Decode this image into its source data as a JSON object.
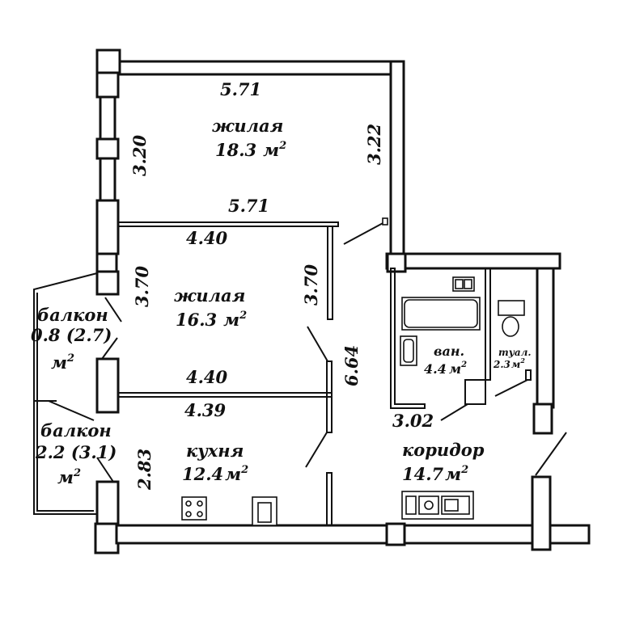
{
  "colors": {
    "line": "#111111",
    "background": "#ffffff"
  },
  "rooms": {
    "living1": {
      "name": "жилая",
      "area": "18.3",
      "unit": "м",
      "sup": "2"
    },
    "living2": {
      "name": "жилая",
      "area": "16.3",
      "unit": "м",
      "sup": "2"
    },
    "kitchen": {
      "name": "кухня",
      "area": "12.4",
      "unit": "м",
      "sup": "2"
    },
    "corridor": {
      "name": "коридор",
      "area": "14.7",
      "unit": "м",
      "sup": "2"
    },
    "bath": {
      "name": "ван.",
      "area": "4.4",
      "unit": "м",
      "sup": "2"
    },
    "toilet": {
      "name": "туал.",
      "area": "2.3",
      "unit": "м",
      "sup": "2"
    },
    "balcony1": {
      "name": "балкон",
      "area": "0.8 (2.7)",
      "unit": "м",
      "sup": "2"
    },
    "balcony2": {
      "name": "балкон",
      "area": "2.2 (3.1)",
      "unit": "м",
      "sup": "2"
    }
  },
  "dimensions": {
    "d1": "5.71",
    "d2": "3.20",
    "d3": "3.22",
    "d4": "5.71",
    "d5": "4.40",
    "d6": "3.70",
    "d7": "3.70",
    "d8": "6.64",
    "d9": "4.40",
    "d10": "4.39",
    "d11": "2.83",
    "d12": "3.02"
  },
  "icons": [
    "stove-icon",
    "sink-icon",
    "bathtub-icon",
    "toilet-icon",
    "water-heater-icon",
    "oven-icon",
    "microwave-icon",
    "kitchen-sink-icon"
  ]
}
